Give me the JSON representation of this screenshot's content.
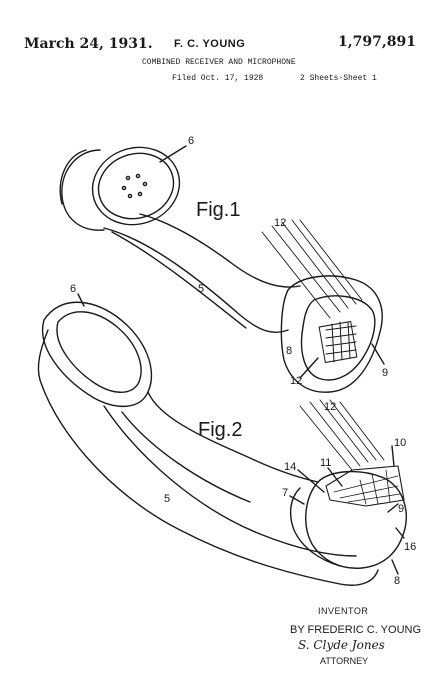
{
  "header": {
    "date": "March 24, 1931.",
    "inventor": "F. C. YOUNG",
    "patent_number": "1,797,891",
    "title": "COMBINED RECEIVER AND MICROPHONE",
    "filed": "Filed Oct. 17, 1928",
    "sheets": "2 Sheets-Sheet 1"
  },
  "figures": {
    "fig1_caption": "Fig.1",
    "fig2_caption": "Fig.2"
  },
  "reference_numerals": {
    "r6_top": "6",
    "r5_top": "5",
    "r12_top": "12",
    "r8_top": "8",
    "r12_mid": "12",
    "r9_top": "9",
    "r6_left": "6",
    "r12_lower": "12",
    "r10": "10",
    "r11": "11",
    "r14": "14",
    "r7": "7",
    "r5_lower": "5",
    "r9_lower": "9",
    "r16": "16",
    "r8_lower": "8"
  },
  "signature_block": {
    "inventor_label": "INVENTOR",
    "inventor_name": "BY FREDERIC C. YOUNG",
    "attorney_signature": "S. Clyde Jones",
    "attorney_label": "ATTORNEY"
  }
}
